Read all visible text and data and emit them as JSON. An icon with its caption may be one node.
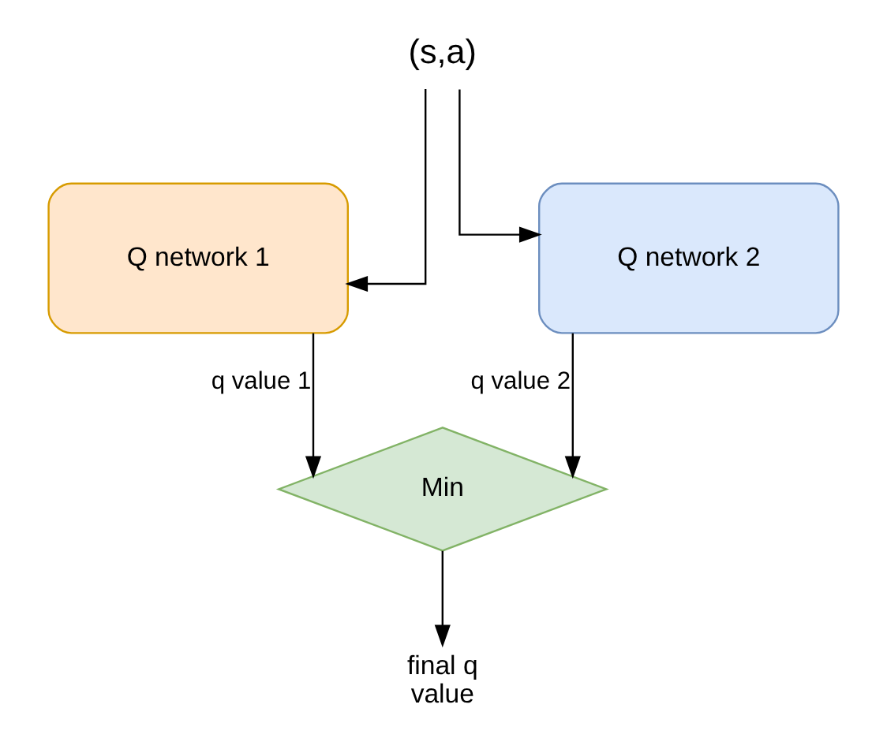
{
  "diagram": {
    "nodes": [
      {
        "text": [
          "(s,a)"
        ]
      },
      {
        "text": [
          "Q network 1"
        ]
      },
      {
        "text": [
          "Q network 2"
        ]
      },
      {
        "text": [
          "Min"
        ]
      },
      {
        "text": [
          "final q value"
        ]
      }
    ],
    "edges": [
      {
        "from": 0,
        "to": 1,
        "arrow": "to"
      },
      {
        "from": 0,
        "to": 2,
        "arrow": "to"
      },
      {
        "from": 1,
        "to": 3,
        "label": "q value 1",
        "arrow": "to"
      },
      {
        "from": 2,
        "to": 3,
        "label": "q value 2",
        "arrow": "to"
      },
      {
        "from": 3,
        "to": 4,
        "arrow": "to"
      }
    ]
  }
}
